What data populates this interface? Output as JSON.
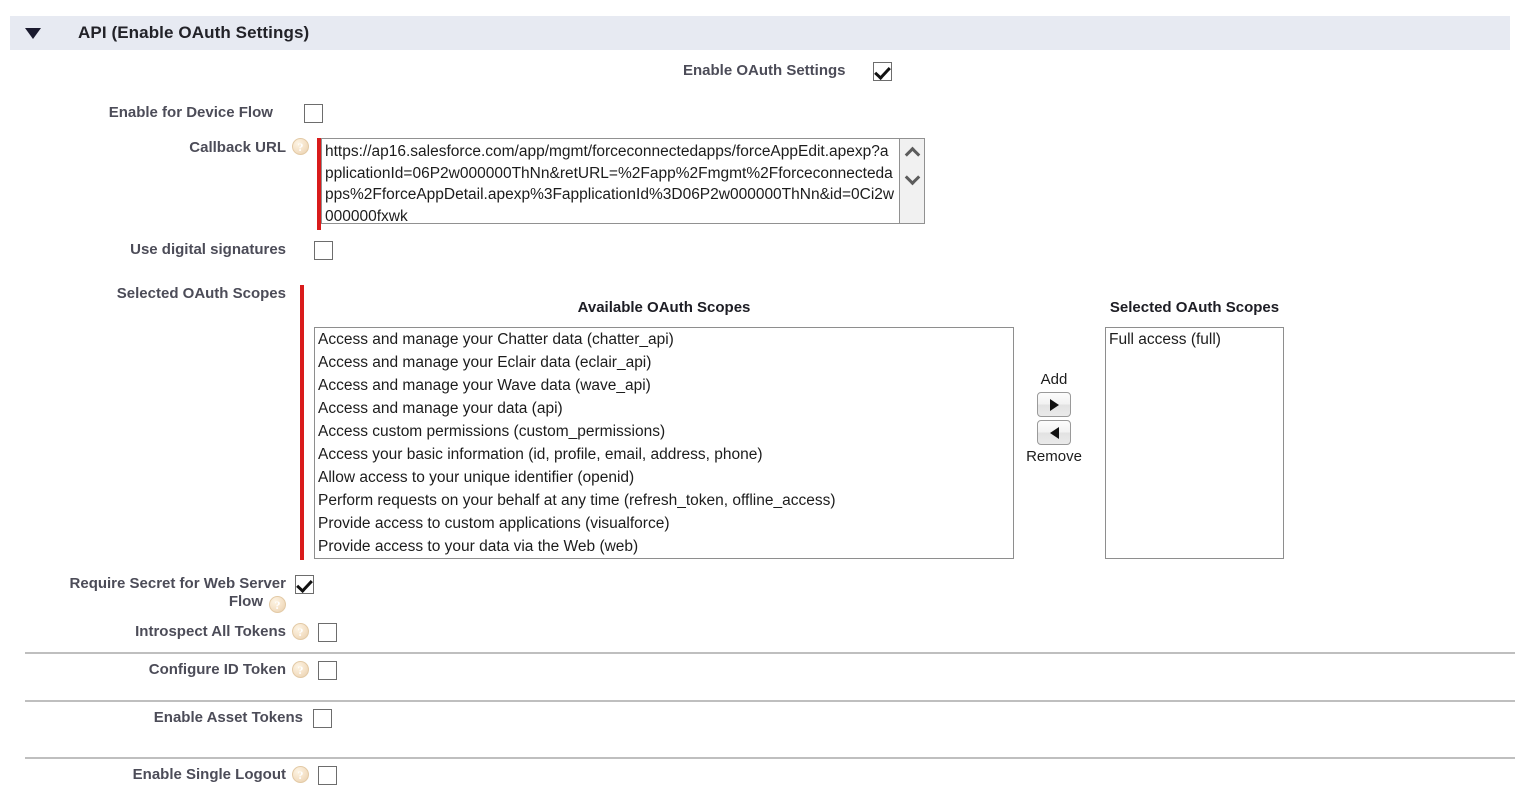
{
  "section": {
    "title": "API (Enable OAuth Settings)",
    "twisty_icon": "triangle-down-icon",
    "header_bg": "#e7eaf2"
  },
  "fields": {
    "enable_oauth_settings": {
      "label": "Enable OAuth Settings",
      "checked": true
    },
    "enable_for_device_flow": {
      "label": "Enable for Device Flow",
      "checked": false
    },
    "callback_url": {
      "label": "Callback URL",
      "help_icon": "help-question-icon",
      "required": true,
      "value": "https://ap16.salesforce.com/app/mgmt/forceconnectedapps/forceAppEdit.apexp?applicationId=06P2w000000ThNn&retURL=%2Fapp%2Fmgmt%2Fforceconnectedapps%2FforceAppDetail.apexp%3FapplicationId%3D06P2w000000ThNn&id=0Ci2w000000fxwk",
      "scroll_up_icon": "chevron-up-icon",
      "scroll_down_icon": "chevron-down-icon"
    },
    "use_digital_signatures": {
      "label": "Use digital signatures",
      "checked": false
    },
    "selected_oauth_scopes": {
      "label": "Selected OAuth Scopes",
      "required": true,
      "available_header": "Available OAuth Scopes",
      "selected_header": "Selected OAuth Scopes",
      "available": [
        "Access and manage your Chatter data (chatter_api)",
        "Access and manage your Eclair data (eclair_api)",
        "Access and manage your Wave data (wave_api)",
        "Access and manage your data (api)",
        "Access custom permissions (custom_permissions)",
        "Access your basic information (id, profile, email, address, phone)",
        "Allow access to your unique identifier (openid)",
        "Perform requests on your behalf at any time (refresh_token, offline_access)",
        "Provide access to custom applications (visualforce)",
        "Provide access to your data via the Web (web)"
      ],
      "selected": [
        "Full access (full)"
      ],
      "add_label": "Add",
      "remove_label": "Remove",
      "add_icon": "triangle-right-icon",
      "remove_icon": "triangle-left-icon"
    },
    "require_secret_web_server_flow": {
      "label_line1": "Require Secret for Web Server",
      "label_line2": "Flow",
      "help_icon": "help-question-icon",
      "checked": true
    },
    "introspect_all_tokens": {
      "label": "Introspect All Tokens",
      "help_icon": "help-question-icon",
      "checked": false
    },
    "configure_id_token": {
      "label": "Configure ID Token",
      "help_icon": "help-question-icon",
      "checked": false
    },
    "enable_asset_tokens": {
      "label": "Enable Asset Tokens",
      "checked": false
    },
    "enable_single_logout": {
      "label": "Enable Single Logout",
      "help_icon": "help-question-icon",
      "checked": false
    }
  },
  "colors": {
    "required_marker": "#d91b1b",
    "label_text": "#4c4c58",
    "header_bg": "#e7eaf2"
  }
}
